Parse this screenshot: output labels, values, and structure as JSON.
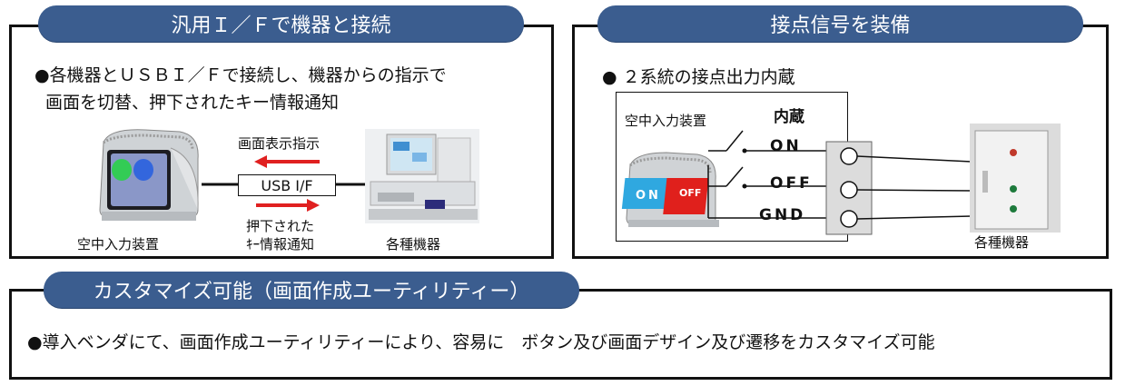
{
  "panels": {
    "left": {
      "title": "汎用Ｉ／Ｆで機器と接続",
      "bullet_line1": "●各機器とＵＳＢＩ／Ｆで接続し、機器からの指示で",
      "bullet_line2": "画面を切替、押下されたキー情報通知",
      "arrow_top_label": "画面表示指示",
      "usb_label": "USB I/F",
      "arrow_bottom_label1": "押下された",
      "arrow_bottom_label2": "ｷｰ情報通知",
      "device_left_label": "空中入力装置",
      "device_right_label": "各種機器"
    },
    "right": {
      "title": "接点信号を装備",
      "bullet": "● ２系統の接点出力内蔵",
      "device_label": "空中入力装置",
      "builtin_label": "内蔵",
      "on_label": "ON",
      "off_label": "OFF",
      "gnd_label": "GND",
      "device_on_badge": "ON",
      "device_off_badge": "OFF",
      "equipment_label": "各種機器"
    },
    "bottom": {
      "title": "カスタマイズ可能（画面作成ユーティリティー）",
      "bullet": "●導入ベンダにて、画面作成ユーティリティーにより、容易に　ボタン及び画面デザイン及び遷移をカスタマイズ可能"
    }
  },
  "colors": {
    "pill": "#3b5d8f",
    "arrow": "#e02020",
    "on_badge": "#2fa8e0",
    "off_badge": "#e0201c"
  }
}
